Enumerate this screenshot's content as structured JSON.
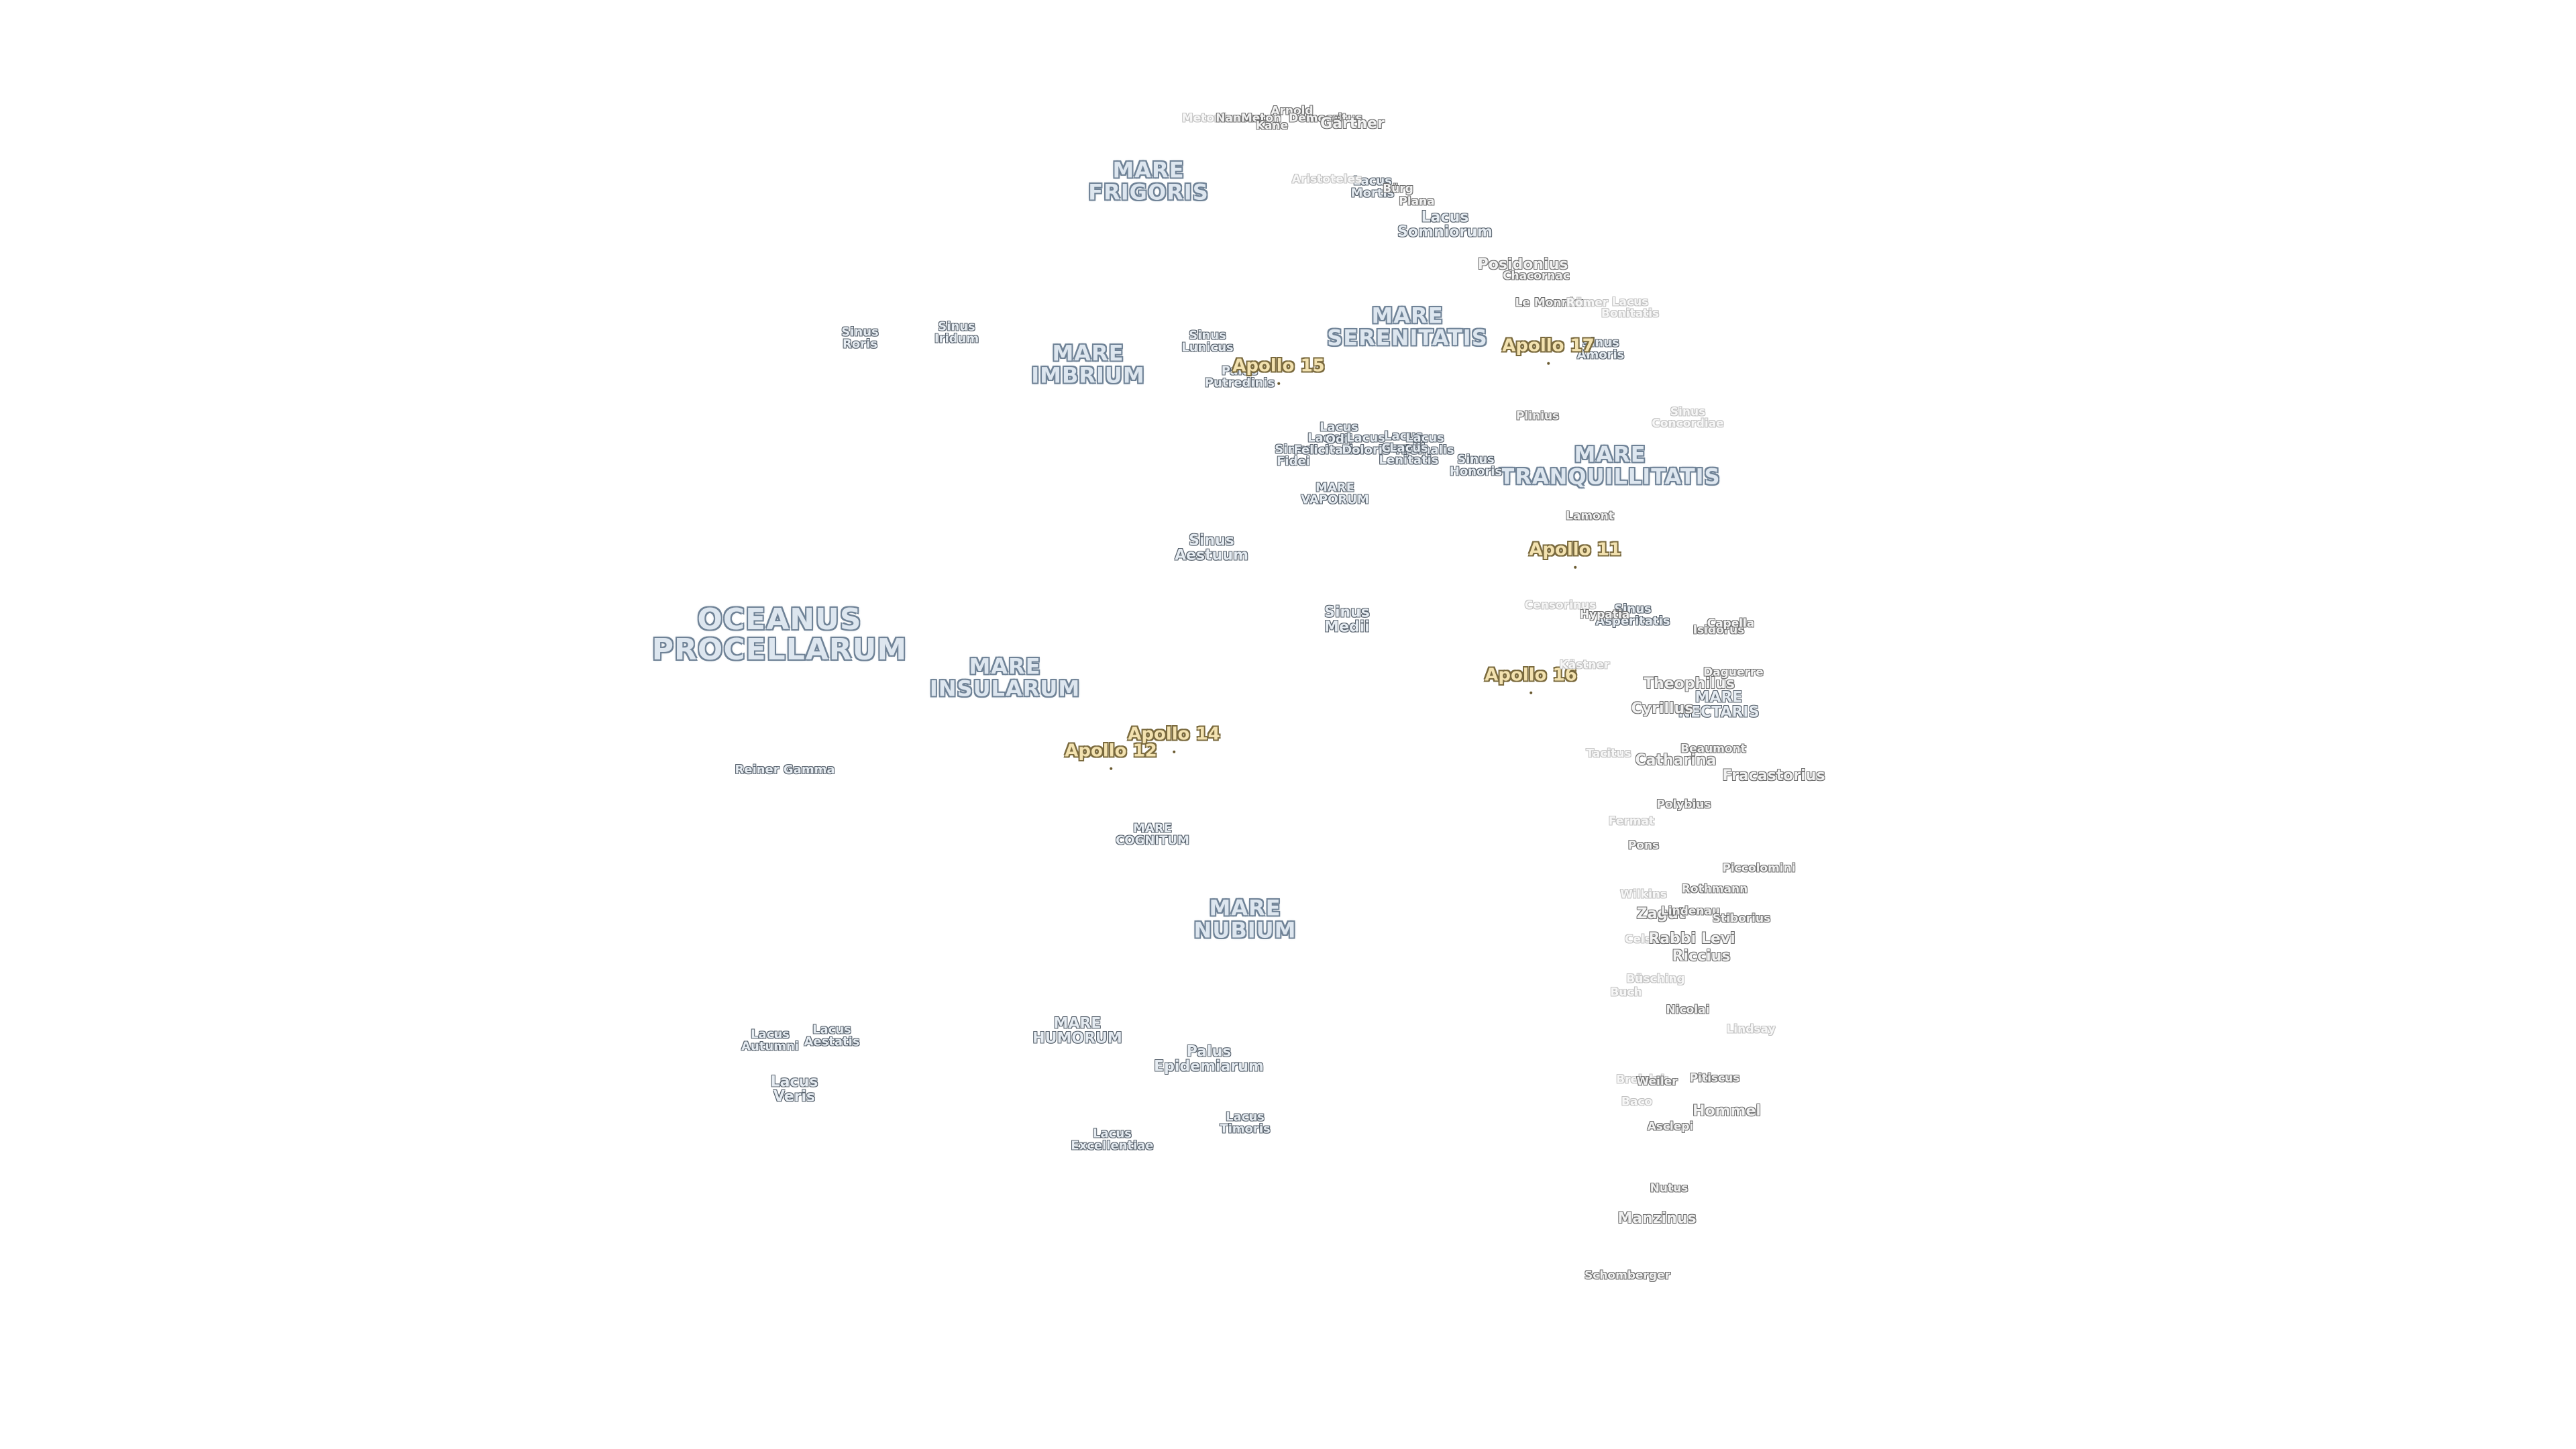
{
  "labels": [
    {
      "name": "OCEANUS\nPROCELLARUM",
      "kind": "ocean"
    },
    {
      "name": "MARE\nFRIGORIS",
      "kind": "mare"
    },
    {
      "name": "MARE\nIMBRIUM",
      "kind": "mare"
    },
    {
      "name": "MARE\nSERENITATIS",
      "kind": "mare"
    },
    {
      "name": "MARE\nTRANQUILLITATIS",
      "kind": "mare"
    },
    {
      "name": "MARE\nINSULARUM",
      "kind": "mare"
    },
    {
      "name": "MARE\nCOGNITUM",
      "kind": "small"
    },
    {
      "name": "MARE\nNUBIUM",
      "kind": "mare"
    },
    {
      "name": "MARE\nHUMORUM",
      "kind": "mid"
    },
    {
      "name": "MARE\nVAPORUM",
      "kind": "small"
    },
    {
      "name": "MARE\nNECTARIS",
      "kind": "mid"
    },
    {
      "name": "Sinus\nRoris",
      "kind": "small"
    },
    {
      "name": "Sinus\nIridum",
      "kind": "small"
    },
    {
      "name": "Sinus\nLunicus",
      "kind": "small"
    },
    {
      "name": "Palus\nPutredinis",
      "kind": "small"
    },
    {
      "name": "Lacus\nMortis",
      "kind": "small"
    },
    {
      "name": "Lacus\nSomniorum",
      "kind": "mid"
    },
    {
      "name": "Sinus\nAestuum",
      "kind": "mid"
    },
    {
      "name": "Sinus\nMedii",
      "kind": "mid"
    },
    {
      "name": "Sinus\nFidei",
      "kind": "small"
    },
    {
      "name": "Lacus\nFelicitatis",
      "kind": "small"
    },
    {
      "name": "Lacus\nOdii",
      "kind": "small"
    },
    {
      "name": "Lacus\nDoloris",
      "kind": "small"
    },
    {
      "name": "Lacus\nGaudii",
      "kind": "small"
    },
    {
      "name": "Lacus\nHiemalis",
      "kind": "small"
    },
    {
      "name": "Lacus\nLenitatis",
      "kind": "small"
    },
    {
      "name": "Sinus\nHonoris",
      "kind": "small"
    },
    {
      "name": "Sinus\nAmoris",
      "kind": "small"
    },
    {
      "name": "Sinus\nConcordiae",
      "kind": "crater faint"
    },
    {
      "name": "Sinus\nAsperitatis",
      "kind": "small"
    },
    {
      "name": "Lacus\nAutumni",
      "kind": "small"
    },
    {
      "name": "Lacus\nAestatis",
      "kind": "small"
    },
    {
      "name": "Lacus\nVeris",
      "kind": "mid"
    },
    {
      "name": "Palus\nEpidemiarum",
      "kind": "mid"
    },
    {
      "name": "Lacus\nTimoris",
      "kind": "small"
    },
    {
      "name": "Lacus\nExcellentiae",
      "kind": "small"
    },
    {
      "name": "Reiner Gamma",
      "kind": "small"
    },
    {
      "name": "Apollo 15",
      "kind": "apollo"
    },
    {
      "name": "Apollo 17",
      "kind": "apollo"
    },
    {
      "name": "Apollo 11",
      "kind": "apollo"
    },
    {
      "name": "Apollo 16",
      "kind": "apollo"
    },
    {
      "name": "Apollo 14",
      "kind": "apollo"
    },
    {
      "name": "Apollo 12",
      "kind": "apollo"
    },
    {
      "name": "Metonius",
      "kind": "crater faint"
    },
    {
      "name": "Nansen",
      "kind": "crater"
    },
    {
      "name": "Meton",
      "kind": "crater"
    },
    {
      "name": "Arnold",
      "kind": "crater"
    },
    {
      "name": "Kane",
      "kind": "crater"
    },
    {
      "name": "Democritus",
      "kind": "crater"
    },
    {
      "name": "Gärtner",
      "kind": "crater big"
    },
    {
      "name": "Aristoteles",
      "kind": "crater faint"
    },
    {
      "name": "Bürg",
      "kind": "crater"
    },
    {
      "name": "Plana",
      "kind": "crater"
    },
    {
      "name": "Posidonius",
      "kind": "crater big"
    },
    {
      "name": "Chacornac",
      "kind": "crater"
    },
    {
      "name": "Le Monnier",
      "kind": "crater"
    },
    {
      "name": "Römer",
      "kind": "crater faint"
    },
    {
      "name": "Lacus\nBonitatis",
      "kind": "crater faint"
    },
    {
      "name": "Plinius",
      "kind": "crater"
    },
    {
      "name": "Lamont",
      "kind": "crater"
    },
    {
      "name": "Censorinus",
      "kind": "crater faint"
    },
    {
      "name": "Hypatia",
      "kind": "crater"
    },
    {
      "name": "Isidorus",
      "kind": "crater"
    },
    {
      "name": "Capella",
      "kind": "crater"
    },
    {
      "name": "Kästner",
      "kind": "crater faint"
    },
    {
      "name": "Theophilus",
      "kind": "crater big"
    },
    {
      "name": "Daguerre",
      "kind": "crater"
    },
    {
      "name": "Cyrillus",
      "kind": "crater big"
    },
    {
      "name": "Tacitus",
      "kind": "crater faint"
    },
    {
      "name": "Catharina",
      "kind": "crater big"
    },
    {
      "name": "Beaumont",
      "kind": "crater"
    },
    {
      "name": "Fracastorius",
      "kind": "crater big"
    },
    {
      "name": "Polybius",
      "kind": "crater"
    },
    {
      "name": "Fermat",
      "kind": "crater faint"
    },
    {
      "name": "Pons",
      "kind": "crater"
    },
    {
      "name": "Piccolomini",
      "kind": "crater"
    },
    {
      "name": "Rothmann",
      "kind": "crater"
    },
    {
      "name": "Wilkins",
      "kind": "crater faint"
    },
    {
      "name": "Zagut",
      "kind": "crater big"
    },
    {
      "name": "Lindenau",
      "kind": "crater"
    },
    {
      "name": "Stiborius",
      "kind": "crater"
    },
    {
      "name": "Celsius",
      "kind": "crater faint"
    },
    {
      "name": "Rabbi Levi",
      "kind": "crater big"
    },
    {
      "name": "Riccius",
      "kind": "crater big"
    },
    {
      "name": "Büsching",
      "kind": "crater faint"
    },
    {
      "name": "Buch",
      "kind": "crater faint"
    },
    {
      "name": "Nicolai",
      "kind": "crater"
    },
    {
      "name": "Lindsay",
      "kind": "crater faint"
    },
    {
      "name": "Breislak",
      "kind": "crater faint"
    },
    {
      "name": "Weiler",
      "kind": "crater"
    },
    {
      "name": "Pitiscus",
      "kind": "crater"
    },
    {
      "name": "Baco",
      "kind": "crater faint"
    },
    {
      "name": "Hommel",
      "kind": "crater big"
    },
    {
      "name": "Asclepi",
      "kind": "crater"
    },
    {
      "name": "Nutus",
      "kind": "crater"
    },
    {
      "name": "Manzinus",
      "kind": "crater big"
    },
    {
      "name": "Schomberger",
      "kind": "crater"
    }
  ]
}
